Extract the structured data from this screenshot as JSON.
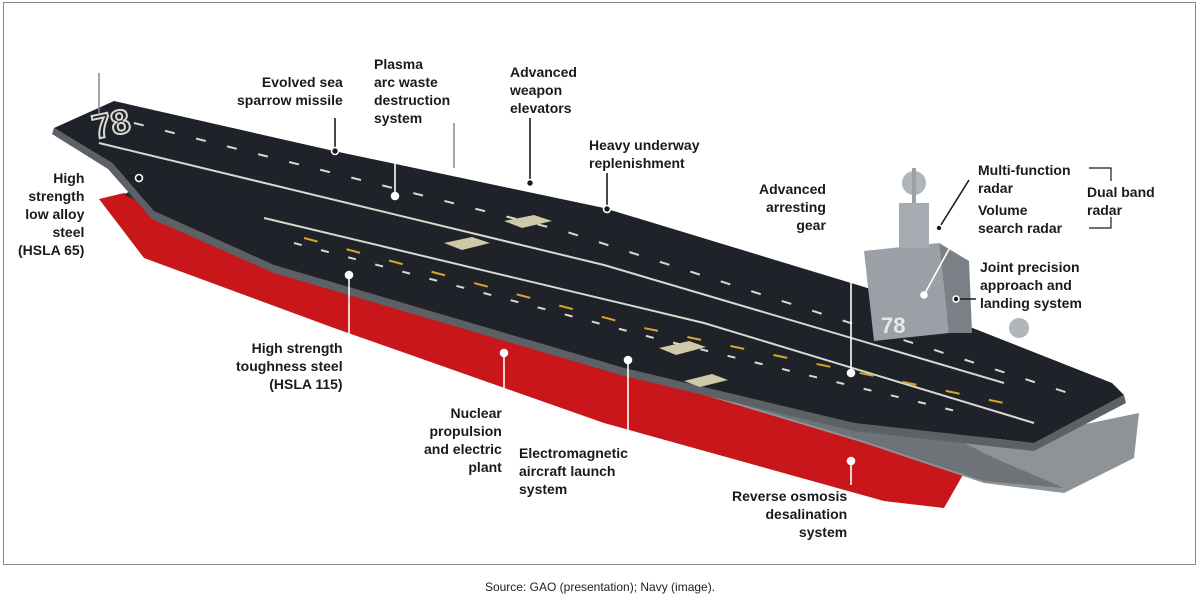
{
  "hull_number": "78",
  "island_number": "78",
  "labels": {
    "evolved_sea_sparrow": "Evolved sea\nsparrow missile",
    "plasma_arc": "Plasma\narc waste\ndestruction\nsystem",
    "advanced_weapon_elevators": "Advanced\nweapon\nelevators",
    "heavy_underway": "Heavy underway\nreplenishment",
    "hsla65": "High\nstrength\nlow alloy\nsteel\n(HSLA 65)",
    "advanced_arresting_gear": "Advanced\narresting\ngear",
    "multi_function_radar": "Multi-function\nradar",
    "volume_search_radar": "Volume\nsearch radar",
    "dual_band_radar": "Dual band\nradar",
    "joint_precision": "Joint precision\napproach and\nlanding system",
    "hsla115": "High strength\ntoughness steel\n(HSLA 115)",
    "nuclear_propulsion": "Nuclear\npropulsion\nand electric\nplant",
    "emals": "Electromagnetic\naircraft launch\nsystem",
    "reverse_osmosis": "Reverse osmosis\ndesalination\nsystem"
  },
  "source": "Source: GAO (presentation); Navy (image).",
  "colors": {
    "deck": "#1f2229",
    "hull_gray": "#8e9398",
    "hull_red": "#c8161b",
    "deck_line_white": "#d9d9d0",
    "deck_line_yellow": "#d8a62a"
  }
}
